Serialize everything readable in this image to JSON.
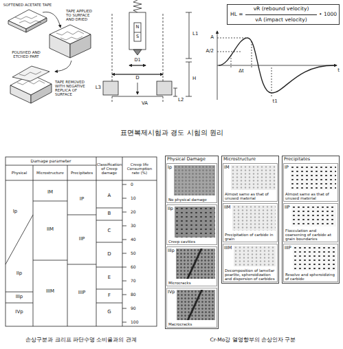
{
  "diagram": {
    "nodes": [
      {
        "text": [
          "HL =",
          "vR (rebound velocity)",
          "vA (impact velocity)",
          "• 1000"
        ]
      },
      {
        "text": [
          "Physical Damage"
        ]
      },
      {
        "text": [
          "Ip",
          "No physical damage"
        ],
        "in": 1
      },
      {
        "text": [
          "IIp",
          "Creep cavities"
        ],
        "in": 1
      },
      {
        "text": [
          "IIIp",
          "Microcracks"
        ],
        "in": 1
      },
      {
        "text": [
          "IVp",
          "Macrocracks"
        ],
        "in": 1
      },
      {
        "text": [
          "Microstructure"
        ]
      },
      {
        "text": [
          "IM",
          "Almost same as that of unused material"
        ],
        "in": 6
      },
      {
        "text": [
          "IIM",
          "Precipitation of carbide in grain"
        ],
        "in": 6
      },
      {
        "text": [
          "IIIM",
          "Decomposition of lamellar pearlite, spheroidization and dispersion of carbides"
        ],
        "in": 6
      },
      {
        "text": [
          "Precipitates"
        ]
      },
      {
        "text": [
          "IP",
          "Almost same as that of unused material"
        ],
        "in": 10
      },
      {
        "text": [
          "IIP",
          "Flocculation and coarsening of carbide at grain boundaries"
        ],
        "in": 10
      },
      {
        "text": [
          "IIIP",
          "Resolve and spheroidizing of carbide"
        ],
        "in": 10
      }
    ],
    "labels": [
      "SOFTENED ACETATE TAPE",
      "TAPE APPLIED TO SURFACE AND DRIED",
      "POLISHED AND ETCHED PART",
      "TAPE REMOVED WITH NEGATIVE REPLICA OF SURFACE",
      "L1",
      "D1",
      "D",
      "H",
      "L3",
      "L2",
      "VA",
      "N",
      "S",
      "A",
      "A/2",
      "t",
      "Δt",
      "t1",
      "표면복제시험과 경도 시험의 원리",
      "Damage parameter",
      "Physical",
      "Microstructure",
      "Precipitates",
      "Classification of Creep damage",
      "Creep life Consumption rate (%)",
      "Ip",
      "IIp",
      "IIIp",
      "IVp",
      "IM",
      "IIM",
      "IIIM",
      "IP",
      "IIP",
      "IIIP",
      "A",
      "B",
      "C",
      "D",
      "E",
      "F",
      "G",
      "0",
      "10",
      "20",
      "30",
      "40",
      "50",
      "60",
      "70",
      "80",
      "90",
      "100",
      "손상구분과 크리프 파단수명 소비율과의 관계",
      "Cr-Mo강 열영향부의 손상인자 구분"
    ]
  }
}
